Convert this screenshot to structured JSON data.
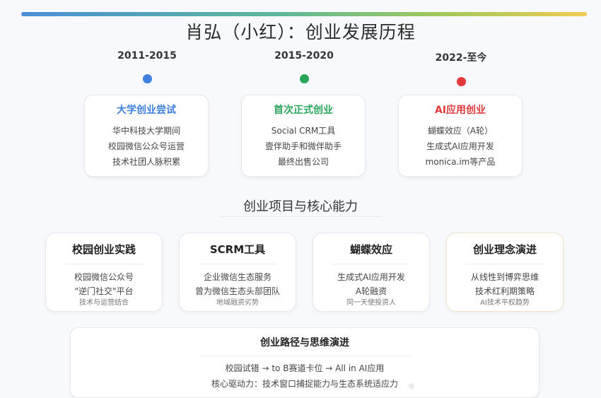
{
  "title": "肖弘（小红）：创业发展历程",
  "timeline": [
    {
      "year": "2011-2015",
      "color": "#3f7fe0"
    },
    {
      "year": "2015-2020",
      "color": "#2aa65a"
    },
    {
      "year": "2022-至今",
      "color": "#e23a3a"
    }
  ],
  "stages": [
    {
      "heading": "大学创业尝试",
      "color": "#3f7fe0",
      "lines": [
        "华中科技大学期间",
        "校园微信公众号运营",
        "技术社团人脉积累"
      ]
    },
    {
      "heading": "首次正式创业",
      "color": "#2aa65a",
      "lines": [
        "Social CRM工具",
        "壹伴助手和微伴助手",
        "最终出售公司"
      ]
    },
    {
      "heading": "AI应用创业",
      "color": "#e23a3a",
      "lines": [
        "蝴蝶效应（A轮）",
        "生成式AI应用开发",
        "monica.im等产品"
      ]
    }
  ],
  "section_title": "创业项目与核心能力",
  "projects": [
    {
      "heading": "校园创业实践",
      "lines": [
        "校园微信公众号",
        "\"逆门社交\"平台"
      ],
      "note": "技术与运营结合"
    },
    {
      "heading": "SCRM工具",
      "lines": [
        "企业微信生态服务",
        "曾为微信生态头部团队"
      ],
      "note": "地域融资劣势"
    },
    {
      "heading": "蝴蝶效应",
      "lines": [
        "生成式AI应用开发",
        "A轮融资"
      ],
      "note": "同一天使投资人"
    },
    {
      "heading": "创业理念演进",
      "lines": [
        "从线性到博弈思维",
        "技术红利期策略"
      ],
      "note": "AI技术平权趋势"
    }
  ],
  "path_box": {
    "heading": "创业路径与思维演进",
    "lines": [
      "校园试错 → to B赛道卡位 → All in AI应用",
      "核心驱动力：技术窗口捕捉能力与生态系统适应力"
    ]
  }
}
